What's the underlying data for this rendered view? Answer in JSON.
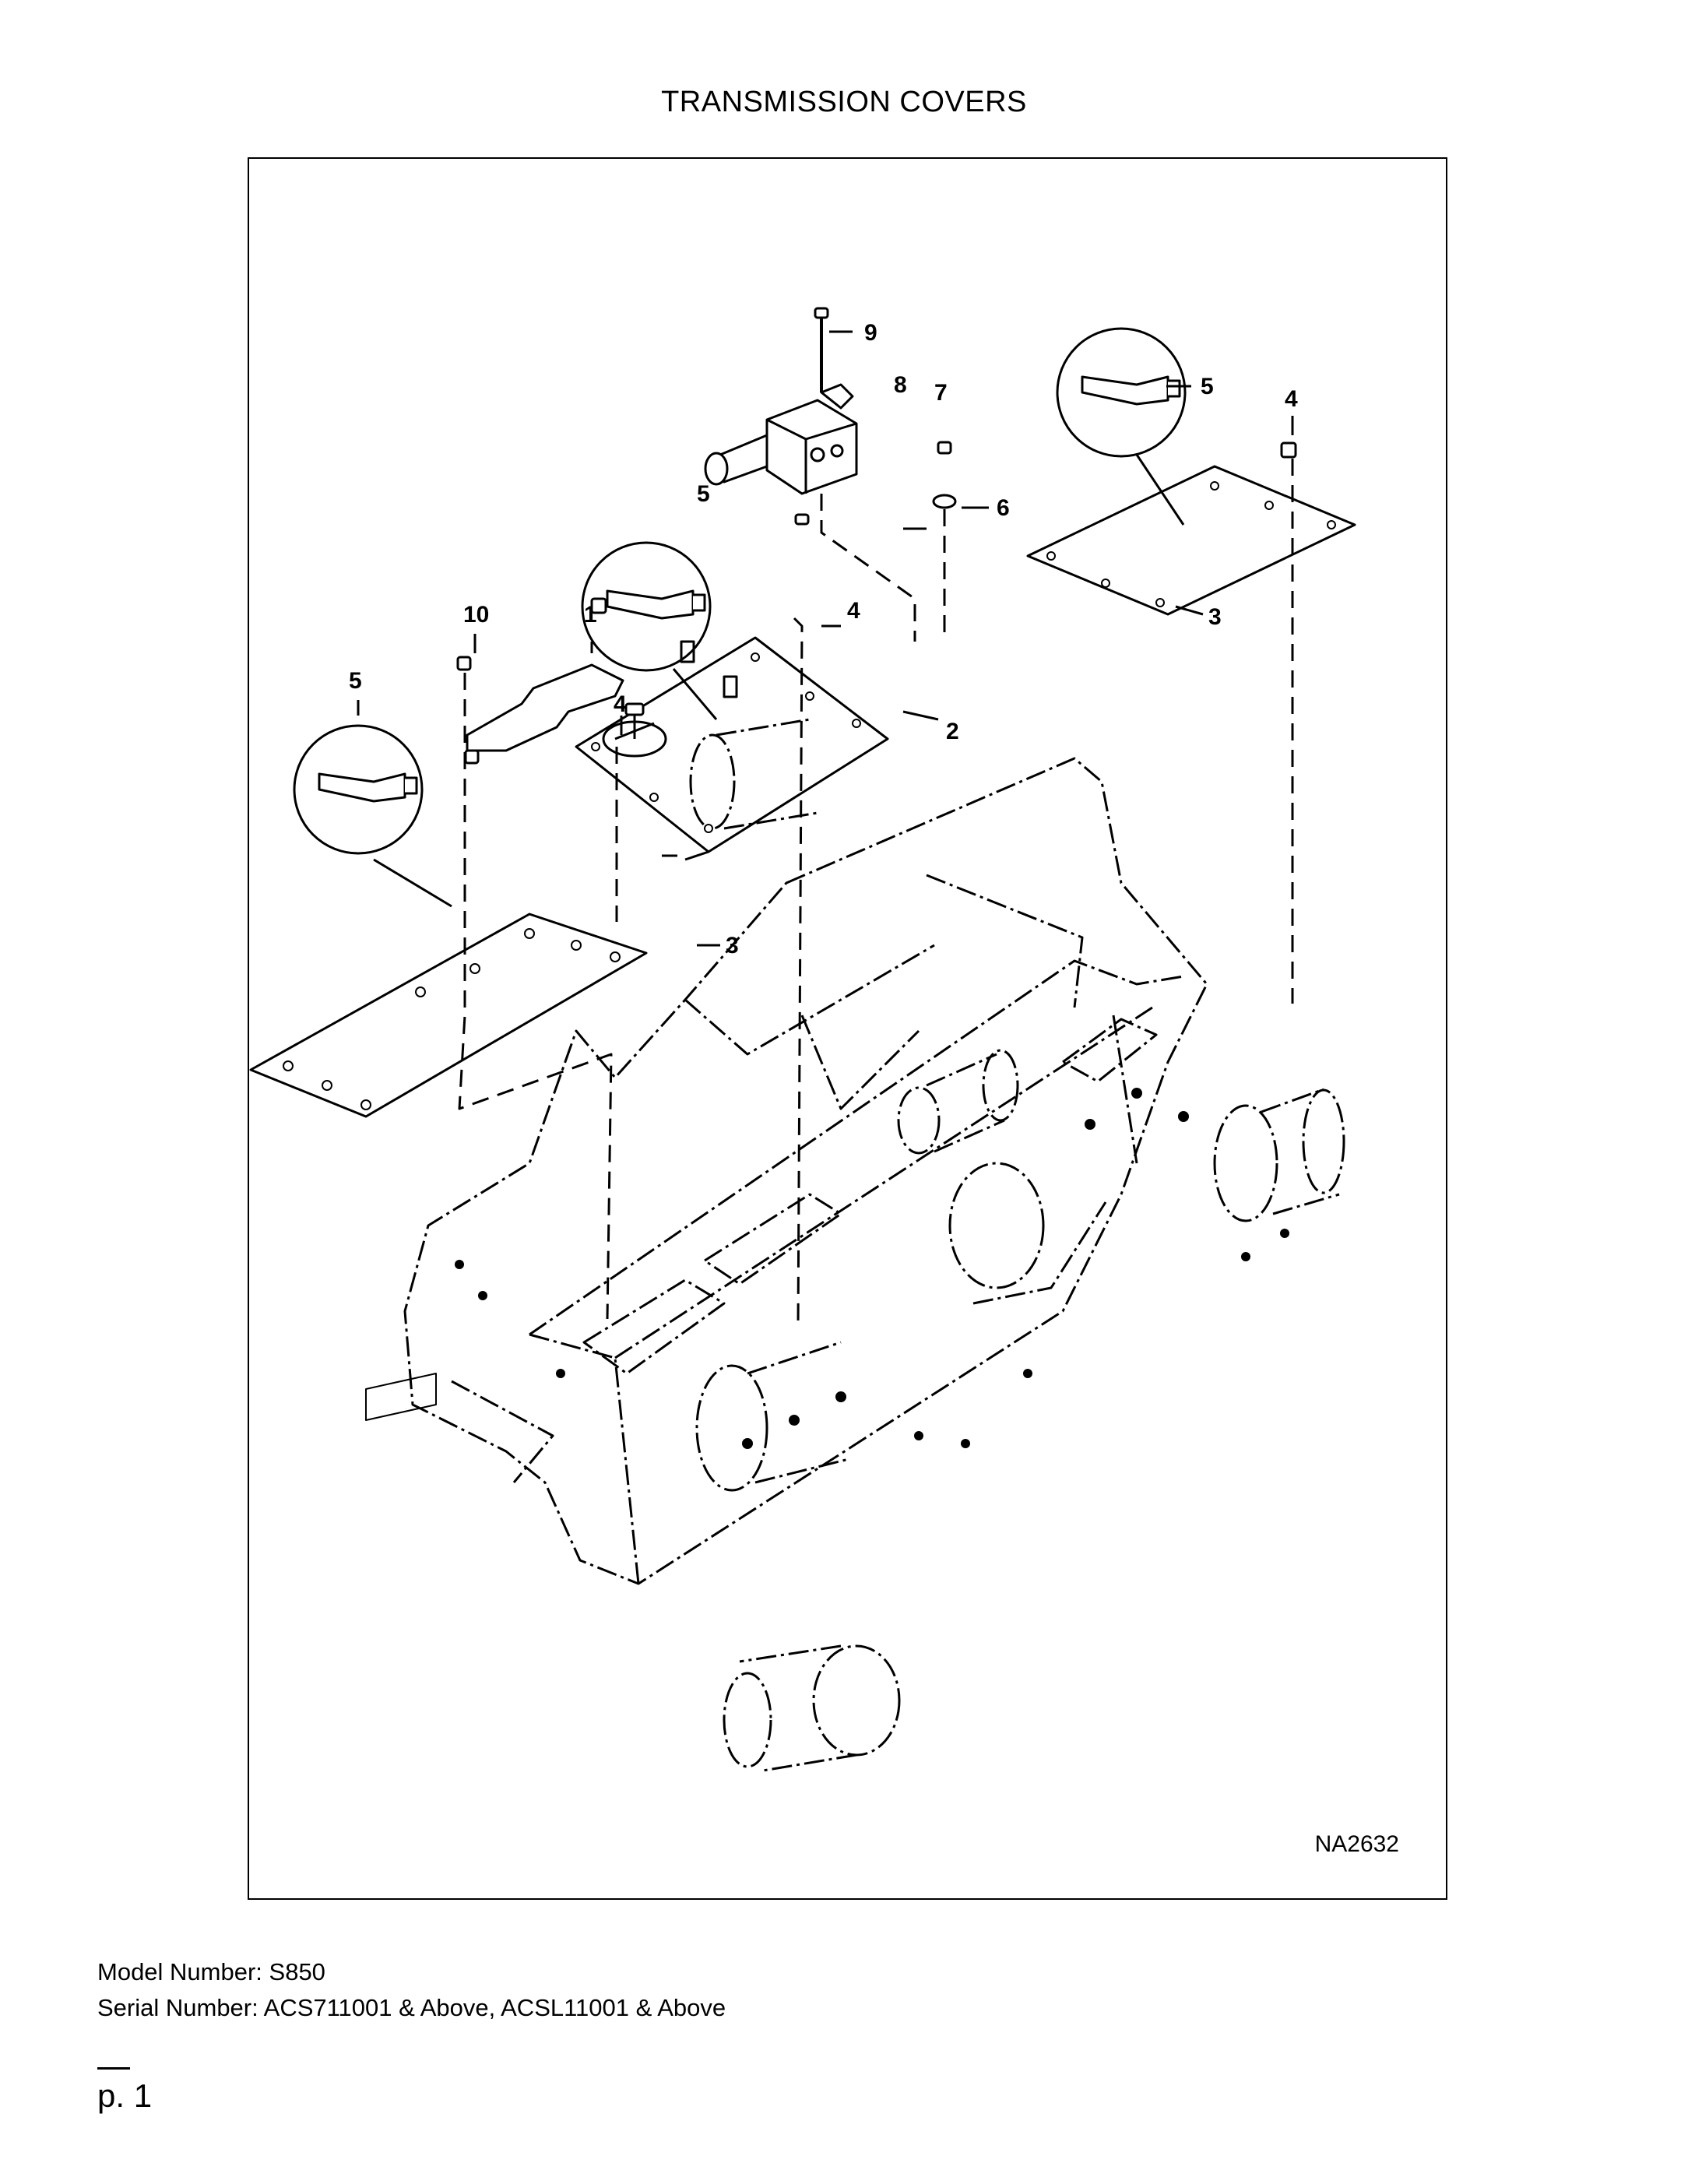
{
  "header": {
    "title": "TRANSMISSION COVERS"
  },
  "diagram": {
    "figure_id": "NA2632",
    "callouts": {
      "c1": "1",
      "c2": "2",
      "c3a": "3",
      "c3b": "3",
      "c4a": "4",
      "c4b": "4",
      "c4c": "4",
      "c5a": "5",
      "c5b": "5",
      "c5c": "5",
      "c6": "6",
      "c7": "7",
      "c8": "8",
      "c9": "9",
      "c10": "10"
    }
  },
  "footer": {
    "model": "Model Number: S850",
    "serial": "Serial Number: ACS711001 & Above, ACSL11001 & Above",
    "page": "p. 1"
  }
}
